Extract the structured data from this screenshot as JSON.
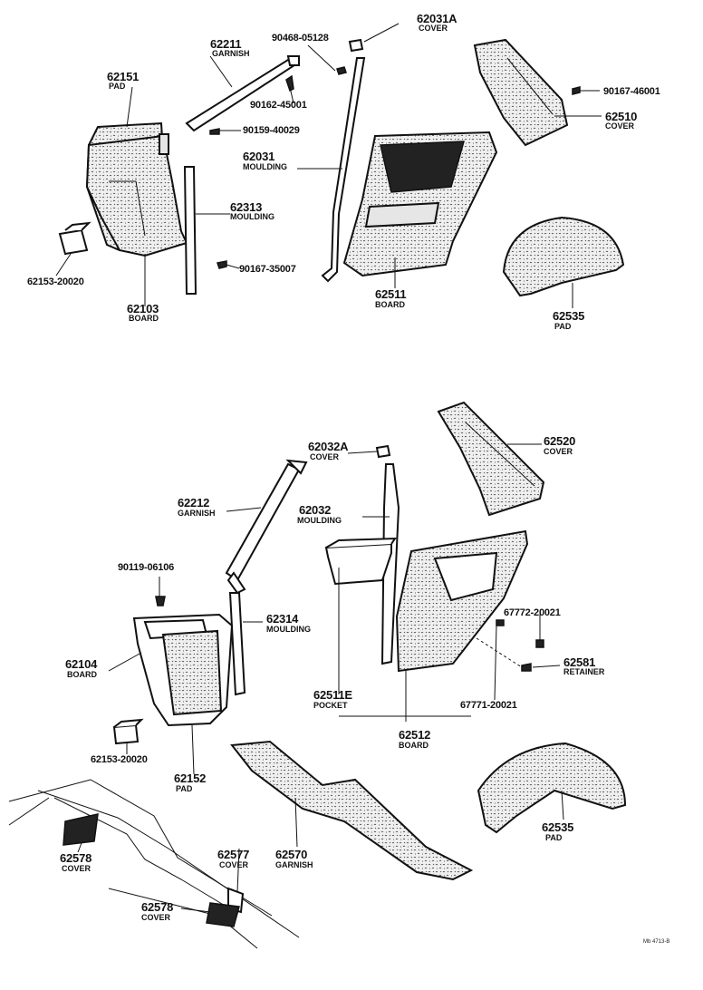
{
  "diagram_code": "Mb 4713-B",
  "labels": [
    {
      "id": "62031A",
      "name": "COVER"
    },
    {
      "id": "90468-05128",
      "name": ""
    },
    {
      "id": "62211",
      "name": "GARNISH"
    },
    {
      "id": "62151",
      "name": "PAD"
    },
    {
      "id": "90162-45001",
      "name": ""
    },
    {
      "id": "90159-40029",
      "name": ""
    },
    {
      "id": "62031",
      "name": "MOULDING"
    },
    {
      "id": "90167-46001",
      "name": ""
    },
    {
      "id": "62510",
      "name": "COVER"
    },
    {
      "id": "62313",
      "name": "MOULDING"
    },
    {
      "id": "62153-20020",
      "name": ""
    },
    {
      "id": "90167-35007",
      "name": ""
    },
    {
      "id": "62103",
      "name": "BOARD"
    },
    {
      "id": "62511",
      "name": "BOARD"
    },
    {
      "id": "62535",
      "name": "PAD"
    },
    {
      "id": "62520",
      "name": "COVER"
    },
    {
      "id": "62032A",
      "name": "COVER"
    },
    {
      "id": "62212",
      "name": "GARNISH"
    },
    {
      "id": "62032",
      "name": "MOULDING"
    },
    {
      "id": "90119-06106",
      "name": ""
    },
    {
      "id": "62314",
      "name": "MOULDING"
    },
    {
      "id": "67772-20021",
      "name": ""
    },
    {
      "id": "62104",
      "name": "BOARD"
    },
    {
      "id": "62581",
      "name": "RETAINER"
    },
    {
      "id": "62511E",
      "name": "POCKET"
    },
    {
      "id": "67771-20021",
      "name": ""
    },
    {
      "id": "62512",
      "name": "BOARD"
    },
    {
      "id": "62153-20020",
      "name": ""
    },
    {
      "id": "62152",
      "name": "PAD"
    },
    {
      "id": "62535",
      "name": "PAD"
    },
    {
      "id": "62578",
      "name": "COVER"
    },
    {
      "id": "62577",
      "name": "COVER"
    },
    {
      "id": "62570",
      "name": "GARNISH"
    },
    {
      "id": "62578",
      "name": "COVER"
    }
  ]
}
